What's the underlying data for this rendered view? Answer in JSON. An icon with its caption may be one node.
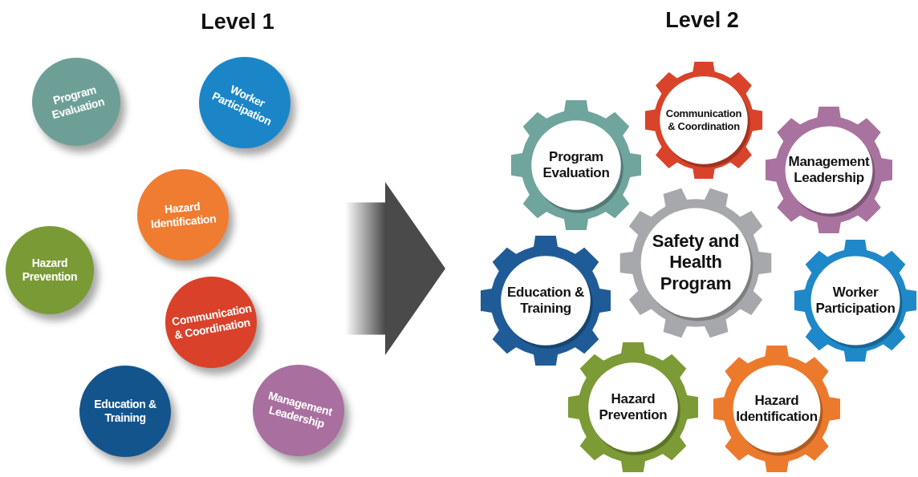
{
  "diagram": {
    "nodes": [
      {
        "text": [
          "Level 1"
        ]
      },
      {
        "text": [
          "Program Evaluation"
        ],
        "in": 0
      },
      {
        "text": [
          "Worker Participation"
        ],
        "in": 0
      },
      {
        "text": [
          "Hazard Identification"
        ],
        "in": 0
      },
      {
        "text": [
          "Hazard Prevention"
        ],
        "in": 0
      },
      {
        "text": [
          "Communication & Coordination"
        ],
        "in": 0
      },
      {
        "text": [
          "Education & Training"
        ],
        "in": 0
      },
      {
        "text": [
          "Management Leadership"
        ],
        "in": 0
      },
      {
        "text": [
          "Level 2"
        ]
      },
      {
        "text": [
          "Communication & Coordination"
        ],
        "in": 8
      },
      {
        "text": [
          "Program Evaluation"
        ],
        "in": 8
      },
      {
        "text": [
          "Management Leadership"
        ],
        "in": 8
      },
      {
        "text": [
          "Safety and Health Program"
        ],
        "in": 8
      },
      {
        "text": [
          "Education & Training"
        ],
        "in": 8
      },
      {
        "text": [
          "Worker Participation"
        ],
        "in": 8
      },
      {
        "text": [
          "Hazard Prevention"
        ],
        "in": 8
      },
      {
        "text": [
          "Hazard Identification"
        ],
        "in": 8
      }
    ],
    "edges": [
      {
        "from": 0,
        "to": 8,
        "arrow": "to",
        "style": "thick"
      }
    ]
  }
}
